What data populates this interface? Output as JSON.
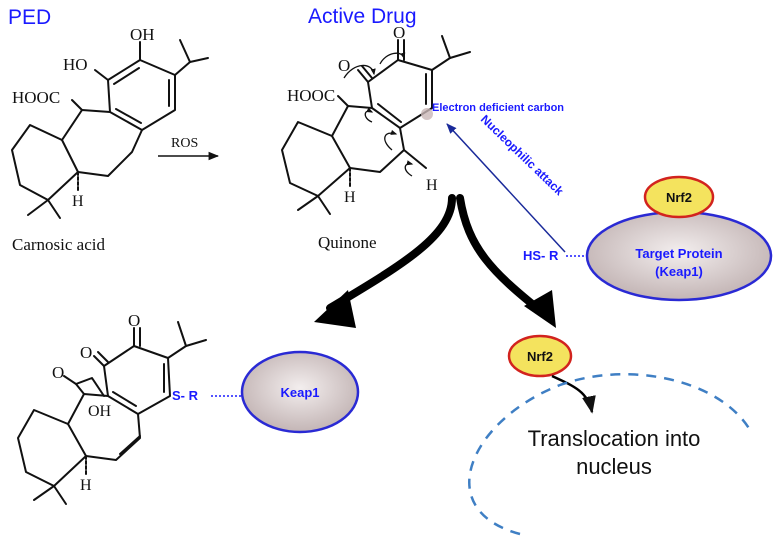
{
  "headings": {
    "ped": "PED",
    "active_drug": "Active Drug"
  },
  "reactant": {
    "name": "Carnosic acid",
    "oh_top": "OH",
    "oh_left": "HO",
    "carboxyl": "HOOC",
    "hydrogen": "H"
  },
  "reaction": {
    "reagent": "ROS"
  },
  "quinone": {
    "name": "Quinone",
    "oxygen_top": "O",
    "oxygen_left": "O",
    "carboxyl": "HOOC",
    "hydrogen_ring": "H",
    "hydrogen_side": "H",
    "annotation": "Electron deficient carbon"
  },
  "attack": {
    "label": "Nucleophilic attack"
  },
  "target": {
    "thiol": "HS- R",
    "nrf2": "Nrf2",
    "protein_line1": "Target Protein",
    "protein_line2": "(Keap1)"
  },
  "adduct": {
    "oxygen_top": "O",
    "oxygen_left": "O",
    "carbonyl": "O",
    "hydroxyl": "OH",
    "hydrogen": "H",
    "thioether": "S- R",
    "keap1": "Keap1"
  },
  "released": {
    "nrf2": "Nrf2",
    "translocation_line1": "Translocation into",
    "translocation_line2": "nucleus"
  },
  "colors": {
    "blue_text": "#1a1aff",
    "ellipse_border": "#2a2ad4",
    "nrf2_fill": "#f4e35e",
    "nrf2_border": "#d2231e",
    "nucleus_dash": "#3f7fc4"
  }
}
